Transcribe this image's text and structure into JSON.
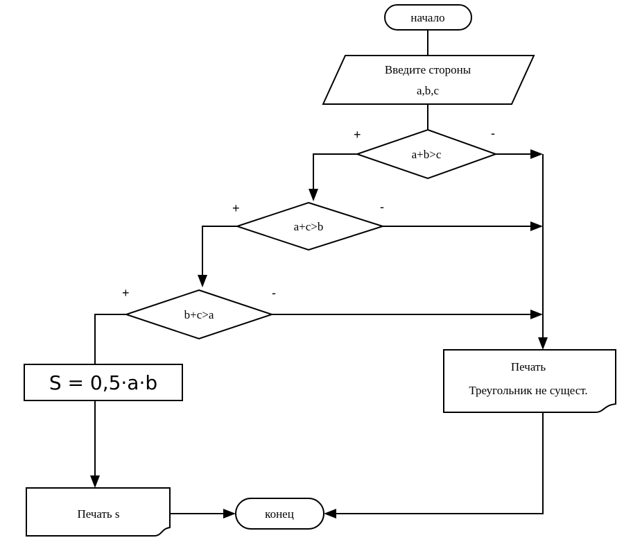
{
  "nodes": {
    "start": "начало",
    "input": {
      "line1": "Введите стороны",
      "line2": "a,b,c"
    },
    "cond1": "a+b>c",
    "cond2": "a+c>b",
    "cond3": "b+c>a",
    "compute": "S = 0,5·a·b",
    "print_error": {
      "line1": "Печать",
      "line2": "Треугольник не сущест."
    },
    "print_s": "Печать s",
    "end": "конец"
  },
  "branch_labels": {
    "yes": "+",
    "no": "-"
  }
}
